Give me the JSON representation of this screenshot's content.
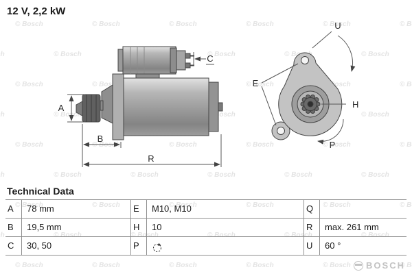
{
  "header": {
    "title": "12 V, 2,2 kW"
  },
  "watermark": {
    "text": "© Bosch",
    "logo": "BOSCH"
  },
  "diagram": {
    "labels": {
      "A": "A",
      "B": "B",
      "C": "C",
      "R": "R",
      "E": "E",
      "H": "H",
      "P": "P",
      "U": "U"
    }
  },
  "table": {
    "title": "Technical Data",
    "rows": [
      [
        {
          "key": "A",
          "value": "78 mm"
        },
        {
          "key": "E",
          "value": "M10, M10"
        },
        {
          "key": "Q",
          "value": ""
        }
      ],
      [
        {
          "key": "B",
          "value": "19,5 mm"
        },
        {
          "key": "H",
          "value": "10"
        },
        {
          "key": "R",
          "value": "max. 261 mm"
        }
      ],
      [
        {
          "key": "C",
          "value": "30, 50"
        },
        {
          "key": "P",
          "value": "",
          "icon": "clockwise-rotation-icon"
        },
        {
          "key": "U",
          "value": "60 °"
        }
      ]
    ]
  }
}
